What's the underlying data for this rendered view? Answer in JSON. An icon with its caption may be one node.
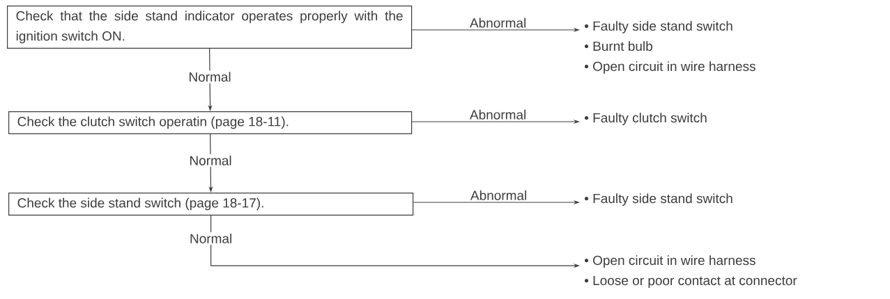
{
  "diagram": {
    "nodes": [
      {
        "text": [
          "Check that the side stand indicator operates properly with the ignition switch ON."
        ]
      },
      {
        "text": [
          "Check the clutch switch operatin (page 18-11)."
        ]
      },
      {
        "text": [
          "Check the side stand switch (page 18-17)."
        ]
      },
      {
        "text": [
          "• Faulty side stand switch",
          "• Burnt bulb",
          "• Open circuit in wire harness"
        ]
      },
      {
        "text": [
          "• Faulty clutch switch"
        ]
      },
      {
        "text": [
          "• Faulty side stand switch"
        ]
      },
      {
        "text": [
          "• Open circuit in wire harness",
          "• Loose or poor contact at connector"
        ]
      }
    ],
    "edges": [
      {
        "from": 0,
        "to": 1,
        "arrow": "to",
        "label": "Normal"
      },
      {
        "from": 1,
        "to": 2,
        "arrow": "to",
        "label": "Normal"
      },
      {
        "from": 0,
        "to": 3,
        "arrow": "to",
        "label": "Abnormal"
      },
      {
        "from": 1,
        "to": 4,
        "arrow": "to",
        "label": "Abnormal"
      },
      {
        "from": 2,
        "to": 5,
        "arrow": "to",
        "label": "Abnormal"
      },
      {
        "from": 2,
        "to": 6,
        "arrow": "to",
        "label": "Normal"
      }
    ]
  }
}
